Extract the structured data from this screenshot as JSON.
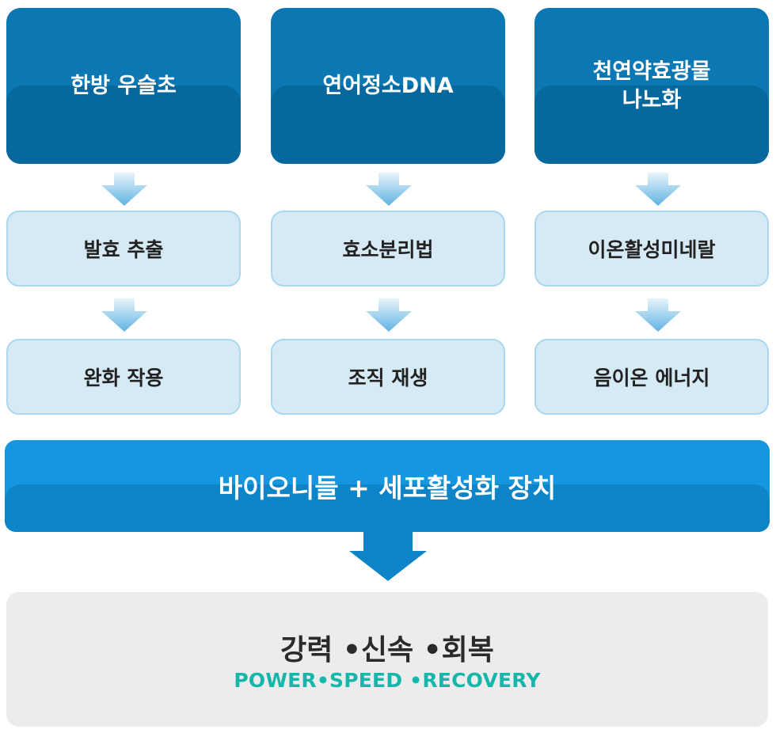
{
  "columns": [
    {
      "top_label": "한방 우슬초",
      "step1": "발효 추출",
      "step2": "완화 작용"
    },
    {
      "top_label": "연어정소DNA",
      "step1": "효소분리법",
      "step2": "조직 재생"
    },
    {
      "top_label": "천연약효광물\n나노화",
      "step1": "이온활성미네랄",
      "step2": "음이온 에너지"
    }
  ],
  "main_label": "바이오니들 + 세포활성화 장치",
  "result": {
    "korean": "강력 •신속 •회복",
    "english": "POWER•SPEED •RECOVERY"
  },
  "colors": {
    "top_box": "#0b78b3",
    "step_box": "#d6eaf5",
    "main_bar": "#1596de",
    "result_box": "#ececec",
    "english_text": "#16b7ab"
  }
}
